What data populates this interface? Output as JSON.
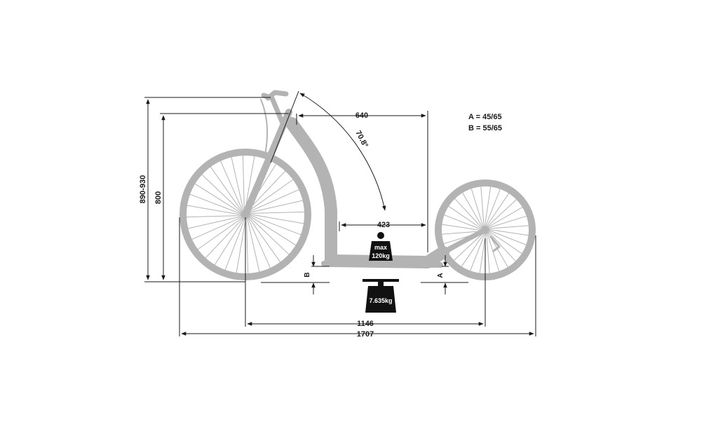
{
  "diagram": {
    "legend": {
      "a_line": "A = 45/65",
      "b_line": "B = 55/65"
    },
    "dimensions": {
      "total_height": "890-930",
      "handlebar_height": "800",
      "reach": "640",
      "head_angle": "70.8°",
      "deck_length": "423",
      "wheelbase": "1146",
      "total_length": "1707",
      "b_label": "B",
      "a_label": "A"
    },
    "max_load": {
      "line1": "max",
      "line2": "120kg"
    },
    "weight": "7.635kg"
  },
  "colors": {
    "frame": "#b3b3b3",
    "ink": "#1a1a1a",
    "weight_fill": "#111111"
  }
}
